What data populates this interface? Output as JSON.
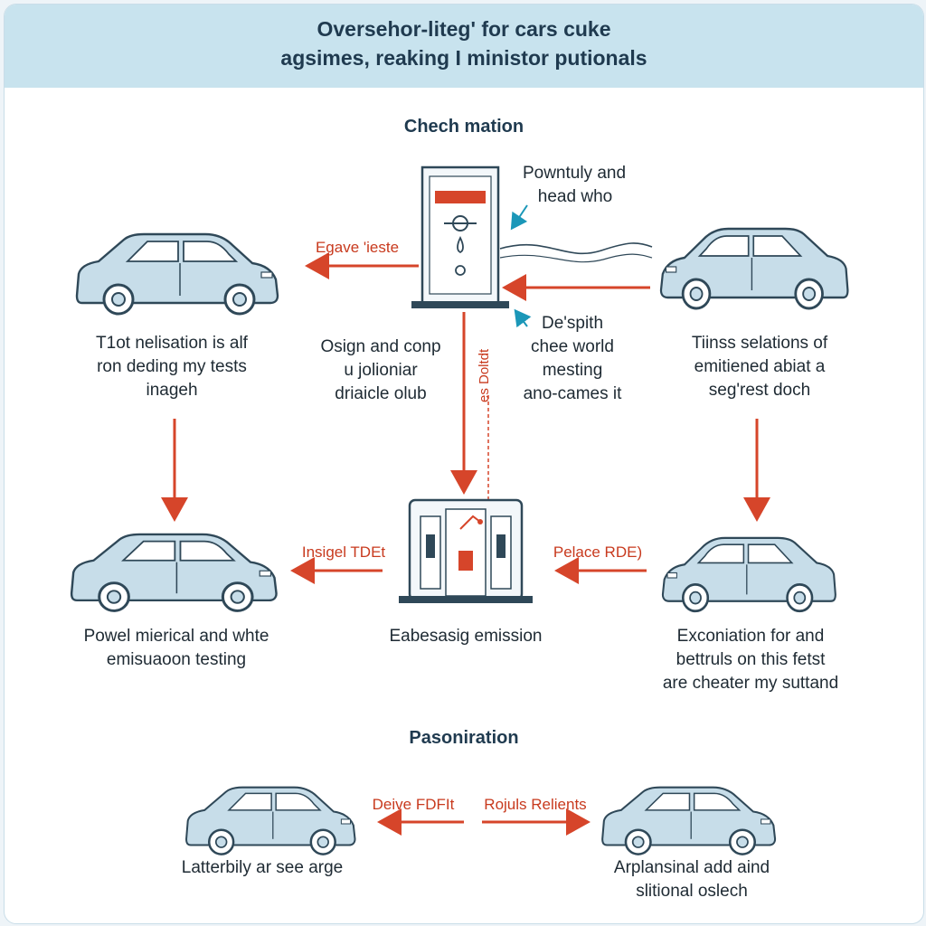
{
  "colors": {
    "banner": "#c8e3ee",
    "car_body": "#c7dde9",
    "car_outline": "#2f4858",
    "arrow": "#d6452a",
    "accent": "#1b97b8"
  },
  "header": {
    "title_line1": "Oversehor-liteg' for cars cuke",
    "title_line2": "agsimes, reaking I ministor putionals"
  },
  "section1": {
    "heading": "Chech mation"
  },
  "station": {
    "top_label_line1": "Powntuly and",
    "top_label_line2": "head who",
    "bottom_label": [
      "De'spith",
      "chee world",
      "mesting",
      "ano-cames it"
    ]
  },
  "arrows": {
    "left_top": "Egave 'ieste",
    "middle_vertical": "es Doltdt",
    "left_mid": "Insigel TDEt",
    "right_mid": "Pelace RDE)",
    "bottom_left": "Deive FDFIt",
    "bottom_right": "Rojuls Relients"
  },
  "captions": {
    "left_top": [
      "T1ot nelisation is alf",
      "ron deding my tests",
      "inageh"
    ],
    "center_top": [
      "Osign and conp",
      "u jolioniar",
      "driaicle olub"
    ],
    "right_top": [
      "Tiinss selations of",
      "emitiened abiat a",
      "seg'rest doch"
    ],
    "left_mid": [
      "Powel mierical and whte",
      "emisuaoon testing"
    ],
    "center_mid": "Eabesasig emission",
    "right_mid": [
      "Exconiation for and",
      "bettruls on this fetst",
      "are cheater my suttand"
    ]
  },
  "section2": {
    "heading": "Pasoniration"
  },
  "bottom": {
    "left_caption": "Latterbily ar see arge",
    "right_caption": [
      "Arplansinal add aind",
      "slitional oslech"
    ]
  },
  "icons": [
    "car-icon",
    "emission-station-icon",
    "testing-booth-icon",
    "arrow-icon",
    "wave-line-icon"
  ]
}
